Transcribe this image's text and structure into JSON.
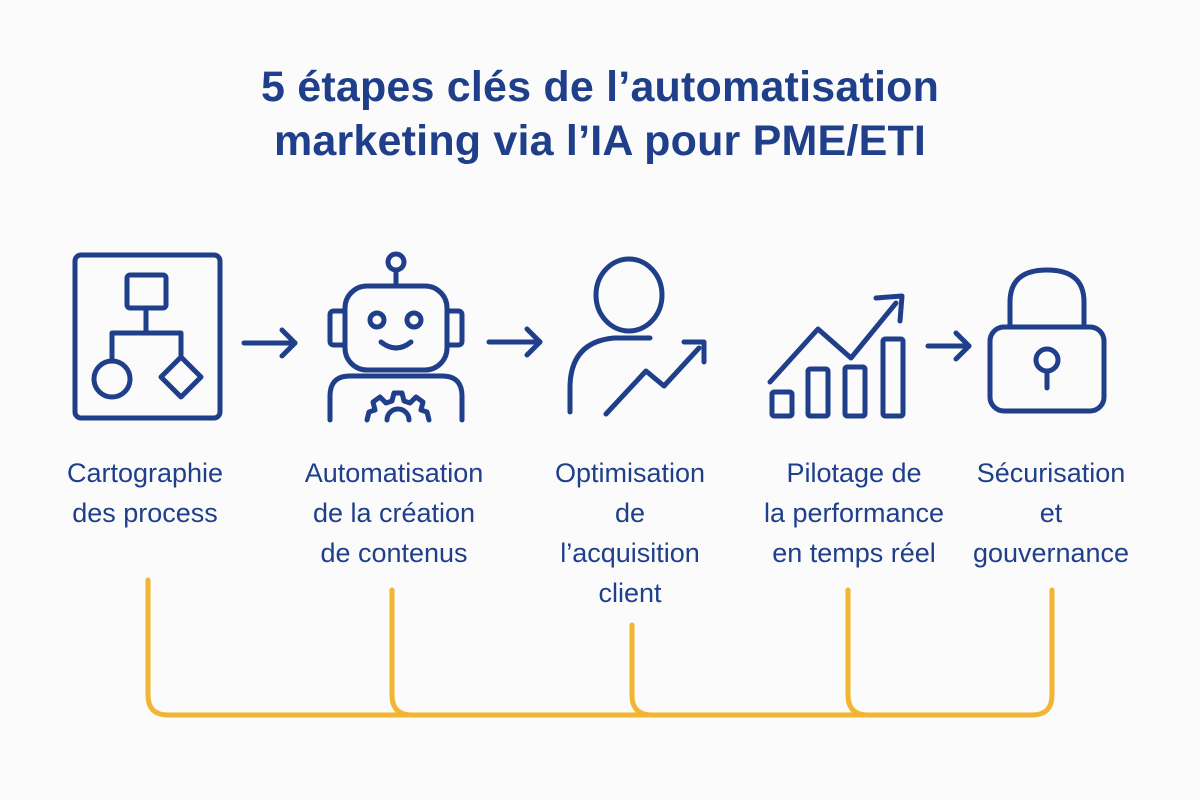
{
  "title": {
    "line1": "5 étapes clés de l’automatisation",
    "line2": "marketing via l’IA pour PME/ETI"
  },
  "steps": [
    {
      "icon": "flowchart-icon",
      "lines": [
        "Cartographie",
        "des process"
      ]
    },
    {
      "icon": "robot-icon",
      "lines": [
        "Automatisation",
        "de la création",
        "de contenus"
      ]
    },
    {
      "icon": "person-growth-icon",
      "lines": [
        "Optimisation",
        "de",
        "l’acquisition",
        "client"
      ]
    },
    {
      "icon": "growth-chart-icon",
      "lines": [
        "Pilotage de",
        "la performance",
        "en temps réel"
      ]
    },
    {
      "icon": "padlock-icon",
      "lines": [
        "Sécurisation",
        "et",
        "gouvernance"
      ]
    }
  ],
  "colors": {
    "primary": "#1f3f8a",
    "accent": "#f2b431",
    "background": "#fbfbfb"
  }
}
